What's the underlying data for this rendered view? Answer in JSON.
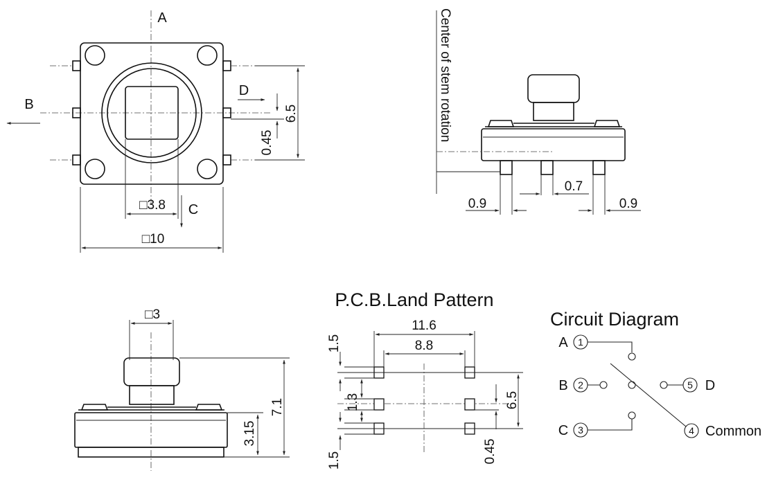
{
  "top_view": {
    "label_a": "A",
    "label_b": "B",
    "label_c": "C",
    "label_d": "D",
    "dim_stem": "□3.8",
    "dim_body": "□10",
    "dim_pitch": "6.5",
    "dim_offset": "0.45"
  },
  "side_view": {
    "center_note": "Center of stem rotation",
    "dim_left": "0.9",
    "dim_mid": "0.7",
    "dim_right": "0.9"
  },
  "front_view": {
    "dim_cap": "□3",
    "dim_height": "7.1",
    "dim_body_height": "3.15"
  },
  "pcb": {
    "title": "P.C.B.Land Pattern",
    "dim_outer": "11.6",
    "dim_inner": "8.8",
    "dim_top": "1.5",
    "dim_spacing": "1.3",
    "dim_bottom": "1.5",
    "dim_pitch": "6.5",
    "dim_offset": "0.45"
  },
  "circuit": {
    "title": "Circuit Diagram",
    "pin_a_label": "A",
    "pin_b_label": "B",
    "pin_c_label": "C",
    "pin_d_label": "D",
    "common_label": "Common",
    "pin1": "1",
    "pin2": "2",
    "pin3": "3",
    "pin4": "4",
    "pin5": "5"
  }
}
